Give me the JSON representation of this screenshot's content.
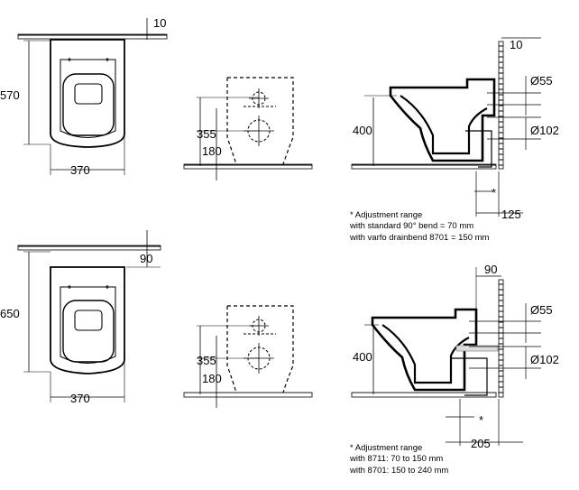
{
  "top": {
    "plan": {
      "depth": "570",
      "width": "370",
      "wall_gap": "10"
    },
    "front": {
      "height_outlet": "355",
      "height_inlet": "180"
    },
    "side": {
      "height": "400",
      "wall_gap": "10",
      "dia_inlet": "Ø55",
      "dia_outlet": "Ø102",
      "offset": "125",
      "star": "*",
      "note": [
        "* Adjustment range",
        "with standard 90° bend = 70 mm",
        "with varfo drainbend 8701 = 150 mm"
      ]
    }
  },
  "bottom": {
    "plan": {
      "depth": "650",
      "width": "370",
      "wall_gap": "90"
    },
    "front": {
      "height_outlet": "355",
      "height_inlet": "180"
    },
    "side": {
      "height": "400",
      "wall_gap": "90",
      "dia_inlet": "Ø55",
      "dia_outlet": "Ø102",
      "offset": "205",
      "star": "*",
      "note": [
        "* Adjustment range",
        "with 8711: 70 to 150 mm",
        "with 8701: 150 to 240 mm"
      ]
    }
  }
}
